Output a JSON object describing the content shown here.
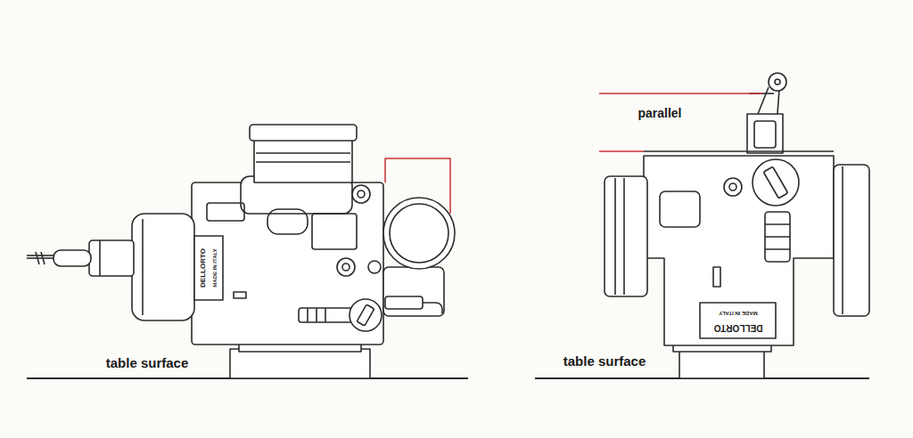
{
  "diagram": {
    "labels": [
      "table surface",
      "DELLORTO",
      "MADE IN ITALY",
      "parallel",
      "table surface",
      "DELLORTO",
      "MADE IN ITALY"
    ]
  }
}
